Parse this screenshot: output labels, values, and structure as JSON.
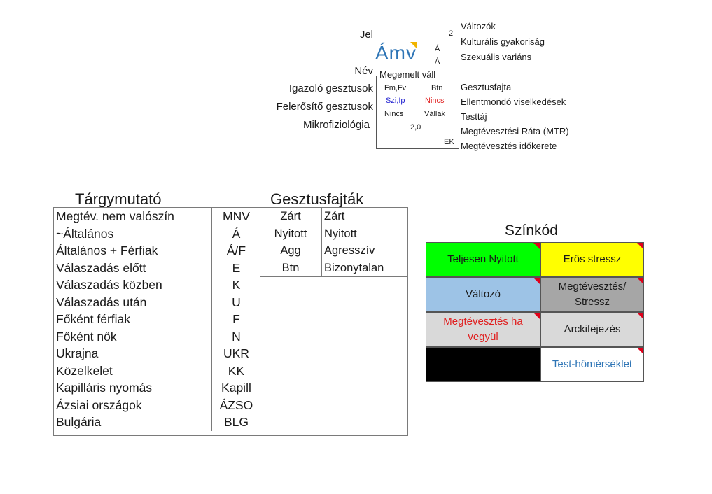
{
  "legend_card": {
    "left_labels": [
      "Jel",
      "Név",
      "Igazoló gesztusok",
      "Felerősítő gesztusok",
      "Mikrofiziológia"
    ],
    "right_labels": [
      "Változók",
      "Kulturális gyakoriság",
      "Szexuális variáns",
      "Gesztusfajta",
      "Ellentmondó viselkedések",
      "Testtáj",
      "Megtévesztési Ráta (MTR)",
      "Megtévesztés időkerete"
    ],
    "symbol": "Ámv",
    "variables_count": "2",
    "cultural_freq": "Á",
    "sex_variant": "Á",
    "name": "Megemelt váll",
    "confirming": "Fm,Fv",
    "gesture_type": "Btn",
    "amplifying": "Szi,Ip",
    "contradicting": "Nincs",
    "microphys": "Nincs",
    "body_region": "Vállak",
    "mtr": "2,0",
    "timeframe": "EK",
    "colors": {
      "accent_blue": "#2e75b6",
      "amp_blue": "#1f1fd0",
      "contra_red": "#e02020",
      "corner_orange": "#f0b400"
    }
  },
  "tárgymutató": {
    "title": "Tárgymutató",
    "rows": [
      [
        "Megtév. nem valószín",
        "MNV"
      ],
      [
        "~Általános",
        "Á"
      ],
      [
        "Általános + Férfiak",
        "Á/F"
      ],
      [
        "Válaszadás előtt",
        "E"
      ],
      [
        "Válaszadás közben",
        "K"
      ],
      [
        "Válaszadás után",
        "U"
      ],
      [
        "Főként férfiak",
        "F"
      ],
      [
        "Főként nők",
        "N"
      ],
      [
        "Ukrajna",
        "UKR"
      ],
      [
        "Közelkelet",
        "KK"
      ],
      [
        "Kapilláris nyomás",
        "Kapill"
      ],
      [
        "Ázsiai országok",
        "ÁZSO"
      ],
      [
        "Bulgária",
        "BLG"
      ]
    ]
  },
  "gesztusfajták": {
    "title": "Gesztusfajták",
    "rows": [
      [
        "Zárt",
        "Zárt"
      ],
      [
        "Nyitott",
        "Nyitott"
      ],
      [
        "Agg",
        "Agresszív"
      ],
      [
        "Btn",
        "Bizonytalan"
      ]
    ]
  },
  "színkód": {
    "title": "Színkód",
    "cells": [
      {
        "label": "Teljesen Nyitott",
        "bg": "#00ff00",
        "fg": "#1a1a1a"
      },
      {
        "label": "Erős stressz",
        "bg": "#ffff00",
        "fg": "#1a1a1a"
      },
      {
        "label": "Változó",
        "bg": "#9dc3e6",
        "fg": "#1a1a1a"
      },
      {
        "label": "Megtévesztés/ Stressz",
        "bg": "#a6a6a6",
        "fg": "#1a1a1a"
      },
      {
        "label": "Megtévesztés ha vegyül",
        "bg": "#d9d9d9",
        "fg": "#e02020"
      },
      {
        "label": "Arckifejezés",
        "bg": "#d9d9d9",
        "fg": "#1a1a1a"
      },
      {
        "label": "",
        "bg": "#000000",
        "fg": "#ffffff"
      },
      {
        "label": "Test-hőmérséklet",
        "bg": "#ffffff",
        "fg": "#2e75b6"
      }
    ]
  }
}
